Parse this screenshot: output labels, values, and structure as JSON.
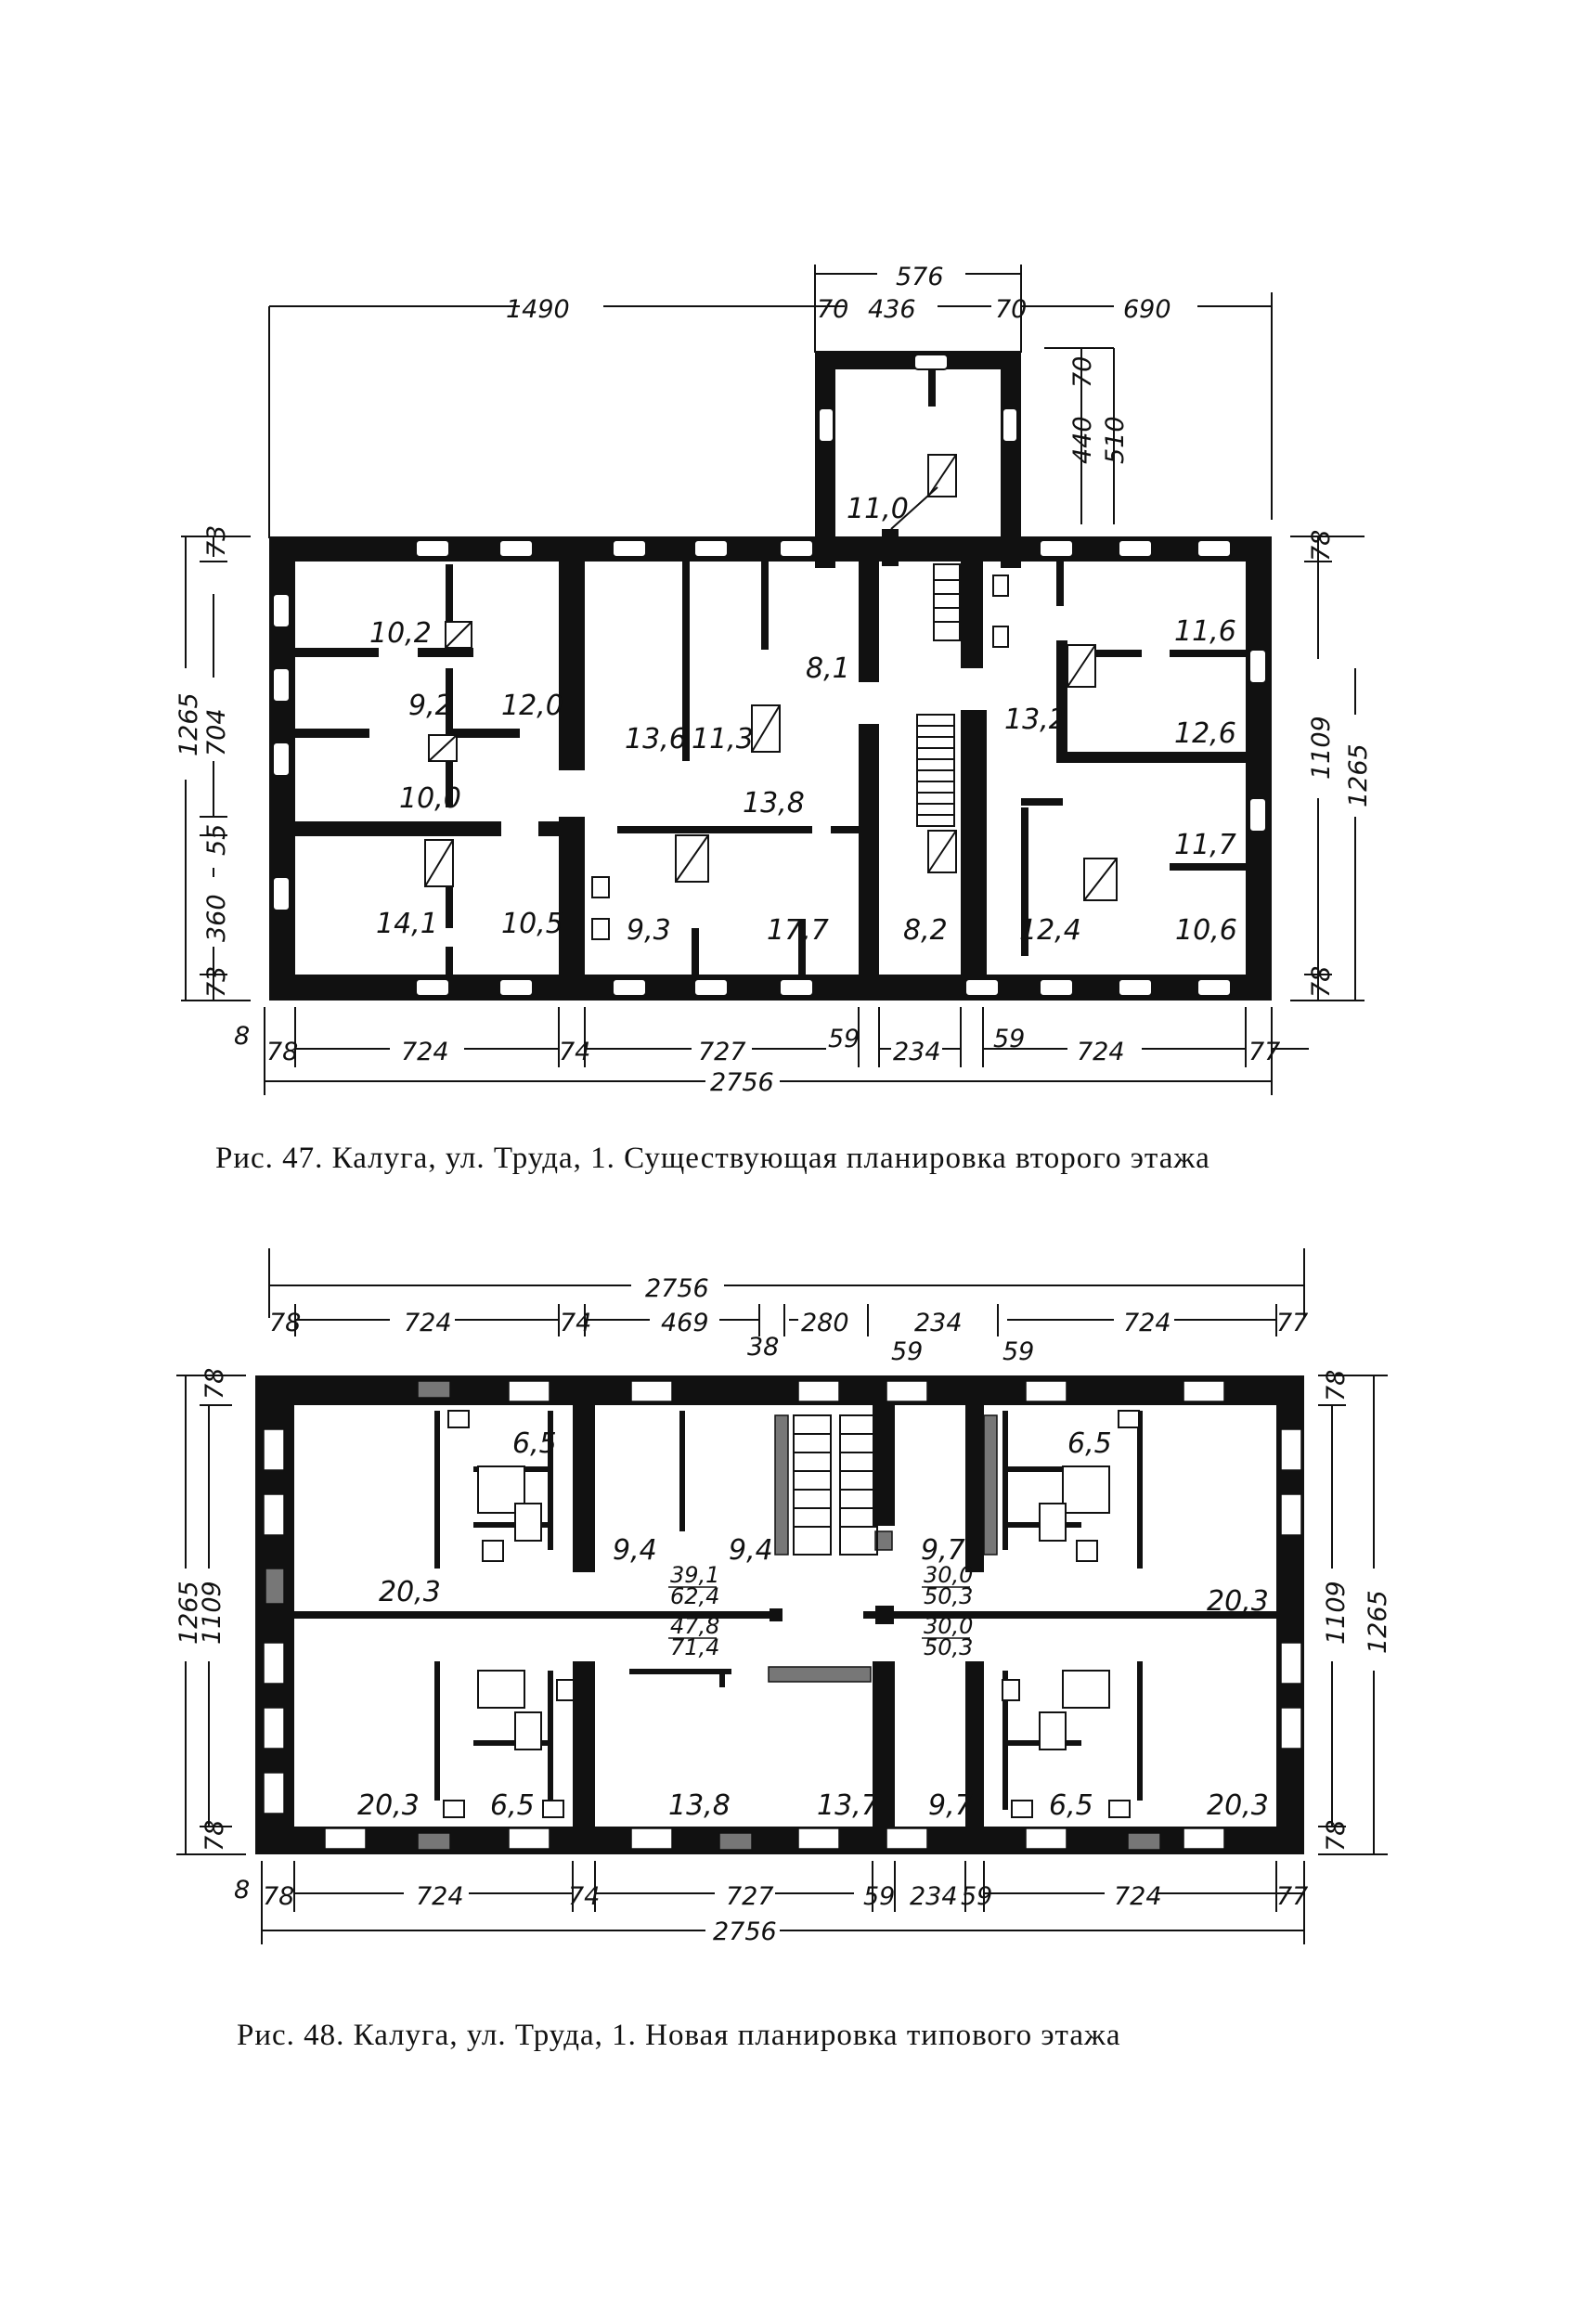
{
  "figure47": {
    "caption": "Рис. 47. Калуга, ул. Труда, 1. Существующая планировка второго этажа",
    "top_dims": {
      "left": "1490",
      "tower_total": "576",
      "tower_wall_l": "70",
      "tower_inner": "436",
      "tower_wall_r": "70",
      "right": "690"
    },
    "tower_vertical": {
      "wall": "70",
      "inner": "440",
      "total": "510"
    },
    "left_dims": {
      "overall": "1265",
      "wall_top": "73",
      "upper": "704",
      "middle": "55",
      "lower": "360",
      "wall_bottom": "73"
    },
    "right_dims": {
      "wall_top": "78",
      "inner": "1109",
      "overall": "1265",
      "wall_bottom": "78"
    },
    "bottom_dims": {
      "offset": "8",
      "w1": "78",
      "w2": "724",
      "w3": "74",
      "w4": "727",
      "w5": "59",
      "w6": "234",
      "w7": "59",
      "w8": "724",
      "w9": "77",
      "total": "2756"
    },
    "rooms": [
      "11,0",
      "10,2",
      "9,2",
      "12,0",
      "10,0",
      "13,6",
      "11,3",
      "8,1",
      "13,8",
      "13,2",
      "11,6",
      "12,6",
      "11,7",
      "14,1",
      "10,5",
      "9,3",
      "17,7",
      "8,2",
      "12,4",
      "10,6"
    ]
  },
  "figure48": {
    "caption": "Рис. 48. Калуга, ул. Труда, 1. Новая планировка типового этажа",
    "top_dims": {
      "total": "2756",
      "w1": "78",
      "w2": "724",
      "w3": "74",
      "w4": "469",
      "w5": "38",
      "w6": "280",
      "w7": "234",
      "w7a": "59",
      "w7b": "59",
      "w8": "724",
      "w9": "77"
    },
    "left_dims": {
      "overall": "1265",
      "inner": "1109",
      "wall_top": "78",
      "wall_bottom": "78"
    },
    "right_dims": {
      "inner": "1109",
      "overall": "1265",
      "wall_top": "78",
      "wall_bottom": "78"
    },
    "bottom_dims": {
      "offset": "8",
      "w1": "78",
      "w2": "724",
      "w3": "74",
      "w4": "727",
      "w5": "59",
      "w6": "234",
      "w7": "59",
      "w8": "724",
      "w9": "77",
      "total": "2756"
    },
    "rooms": [
      "6,5",
      "9,4",
      "9,4",
      "9,7",
      "6,5",
      "20,3",
      "20,3",
      "20,3",
      "6,5",
      "13,8",
      "13,7",
      "9,7",
      "6,5",
      "20,3"
    ],
    "apt_areas": [
      "39,1",
      "62,4",
      "47,8",
      "71,4",
      "30,0",
      "50,3",
      "30,0",
      "50,3"
    ]
  }
}
